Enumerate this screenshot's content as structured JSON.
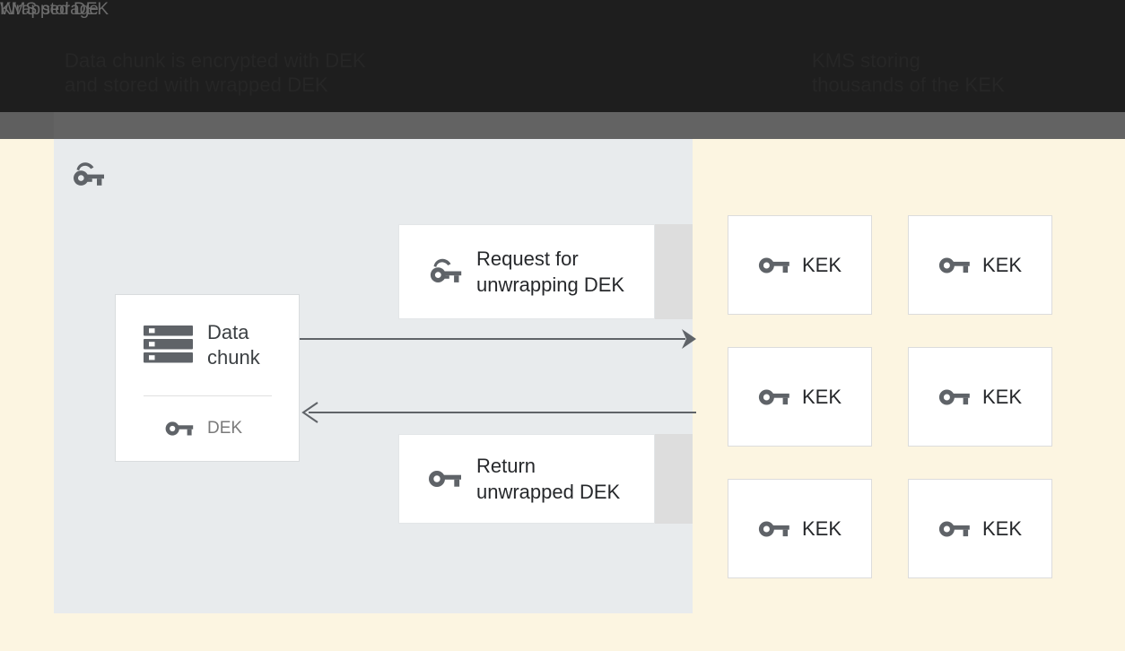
{
  "header": {
    "left_caption": "Data chunk is encrypted with DEK\nand stored with wrapped DEK",
    "right_caption": "KMS storing\nthousands of the KEK",
    "background_color": "#1e1e1e",
    "band_color": "#636363"
  },
  "page": {
    "background_color": "#fcf5e1"
  },
  "left_panel": {
    "title": "Wrapped DEK",
    "title_icon": "wrapped-key-icon",
    "background_color": "#e8ebed",
    "data_chunk_card": {
      "icon": "storage-server-icon",
      "label": "Data\nchunk",
      "dek_icon": "key-icon",
      "dek_label": "DEK"
    },
    "messages": [
      {
        "id": "request",
        "icon": "wrapped-key-icon",
        "label": "Request for\nunwrapping DEK"
      },
      {
        "id": "return",
        "icon": "key-icon",
        "label": "Return\nunwrapped DEK"
      }
    ],
    "arrows": [
      {
        "id": "arrow-to-kms",
        "direction": "right"
      },
      {
        "id": "arrow-from-kms",
        "direction": "left"
      }
    ]
  },
  "right_panel": {
    "title": "KMS storage",
    "background_color": "#fcf5e1",
    "keys": [
      {
        "icon": "key-icon",
        "label": "KEK"
      },
      {
        "icon": "key-icon",
        "label": "KEK"
      },
      {
        "icon": "key-icon",
        "label": "KEK"
      },
      {
        "icon": "key-icon",
        "label": "KEK"
      },
      {
        "icon": "key-icon",
        "label": "KEK"
      },
      {
        "icon": "key-icon",
        "label": "KEK"
      }
    ]
  },
  "colors": {
    "panel_gray_blue": "#e8ebed",
    "cream": "#fcf5e1",
    "card_white": "#ffffff",
    "icon_gray": "#5f6368",
    "strip_gray": "#dddddd",
    "arrow_gray": "#5f6368"
  }
}
